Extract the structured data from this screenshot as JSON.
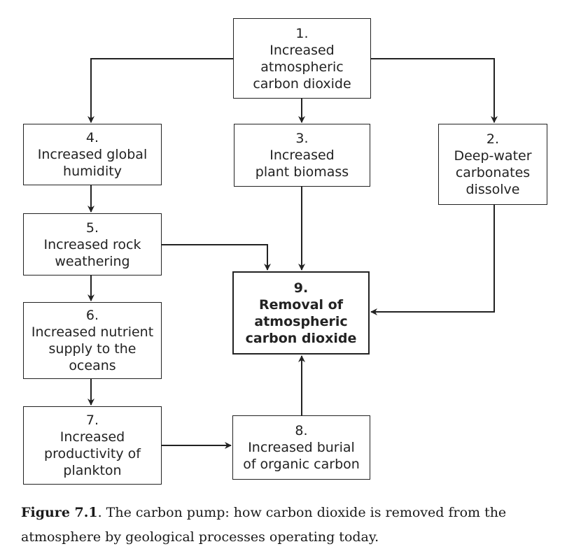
{
  "boxes": {
    "b1": {
      "num": "1.",
      "lines": [
        "Increased",
        "atmospheric",
        "carbon dioxide"
      ]
    },
    "b2": {
      "num": "2.",
      "lines": [
        "Deep-water",
        "carbonates",
        "dissolve"
      ]
    },
    "b3": {
      "num": "3.",
      "lines": [
        "Increased",
        "plant biomass"
      ]
    },
    "b4": {
      "num": "4.",
      "lines": [
        "Increased global",
        "humidity"
      ]
    },
    "b5": {
      "num": "5.",
      "lines": [
        "Increased rock",
        "weathering"
      ]
    },
    "b6": {
      "num": "6.",
      "lines": [
        "Increased nutrient",
        "supply to the",
        "oceans"
      ]
    },
    "b7": {
      "num": "7.",
      "lines": [
        "Increased",
        "productivity of",
        "plankton"
      ]
    },
    "b8": {
      "num": "8.",
      "lines": [
        "Increased burial",
        "of organic carbon"
      ]
    },
    "b9": {
      "num": "9.",
      "lines": [
        "Removal of",
        "atmospheric",
        "carbon dioxide"
      ]
    }
  },
  "caption": {
    "label": "Figure 7.1",
    "text": ". The carbon pump: how carbon dioxide is removed from the atmosphere by geological processes operating today."
  },
  "colors": {
    "line": "#222222",
    "text": "#1a1a1a"
  }
}
